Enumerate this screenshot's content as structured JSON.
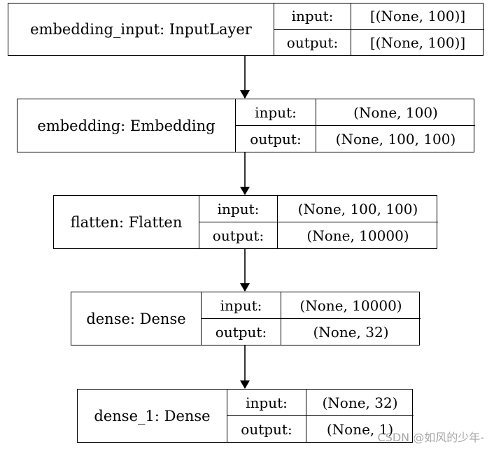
{
  "nodes": [
    {
      "name": "embedding_input: InputLayer",
      "input_label": "input:",
      "input_value": "[(None, 100)]",
      "output_label": "output:",
      "output_value": "[(None, 100)]"
    },
    {
      "name": "embedding: Embedding",
      "input_label": "input:",
      "input_value": "(None, 100)",
      "output_label": "output:",
      "output_value": "(None, 100, 100)"
    },
    {
      "name": "flatten: Flatten",
      "input_label": "input:",
      "input_value": "(None, 100, 100)",
      "output_label": "output:",
      "output_value": "(None, 10000)"
    },
    {
      "name": "dense: Dense",
      "input_label": "input:",
      "input_value": "(None, 10000)",
      "output_label": "output:",
      "output_value": "(None, 32)"
    },
    {
      "name": "dense_1: Dense",
      "input_label": "input:",
      "input_value": "(None, 32)",
      "output_label": "output:",
      "output_value": "(None, 1)"
    }
  ],
  "watermark": "CSDN @如风的少年-"
}
